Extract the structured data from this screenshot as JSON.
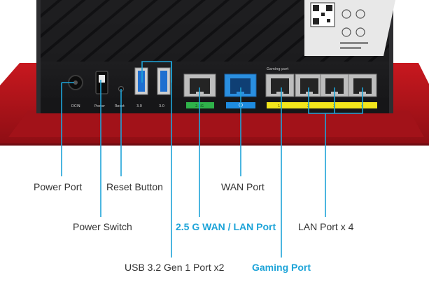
{
  "colors": {
    "accent": "#1ea4d8",
    "red_stand": "#b8141c",
    "router_body": "#1b1b1d",
    "green_strip": "#2fb24a",
    "blue_strip": "#1e8be0",
    "yellow_strip": "#f2e51c"
  },
  "panel": {
    "dcin": "DCIN",
    "power": "Power",
    "reset": "Reset",
    "usb1": "3.0",
    "usb2": "3.0",
    "gaming_port": "Gaming port",
    "port_25g": "2.5G",
    "lan1": "1",
    "lan2": "2",
    "lan3": "3",
    "lan4": "4"
  },
  "labels": {
    "power_port": "Power Port",
    "reset_button": "Reset Button",
    "wan_port": "WAN Port",
    "power_switch": "Power Switch",
    "wan_lan_25g": "2.5 G WAN / LAN Port",
    "lan_ports": "LAN Port x 4",
    "usb_port": "USB 3.2 Gen 1 Port x2",
    "gaming_port": "Gaming Port"
  }
}
